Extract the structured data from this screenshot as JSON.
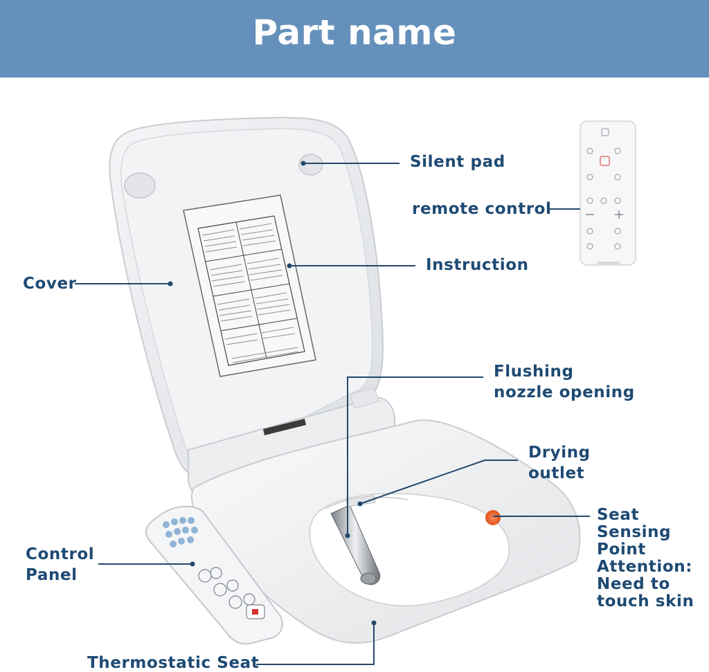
{
  "header": {
    "title": "Part name"
  },
  "labels": {
    "silent_pad": "Silent pad",
    "remote_control": "remote control",
    "instruction": "Instruction",
    "cover": "Cover",
    "flushing_nozzle": [
      "Flushing",
      "nozzle opening"
    ],
    "drying_outlet": [
      "Drying",
      "outlet"
    ],
    "seat_sensing": [
      "Seat",
      "Sensing",
      "Point",
      "Attention:",
      "Need to",
      "touch skin"
    ],
    "control_panel": [
      "Control",
      "Panel"
    ],
    "thermostatic_seat": "Thermostatic Seat"
  },
  "colors": {
    "header_bg": "#6590bb",
    "label_text": "#1e4a73",
    "leader_line": "#23476b",
    "sensor": "#e8612c"
  }
}
